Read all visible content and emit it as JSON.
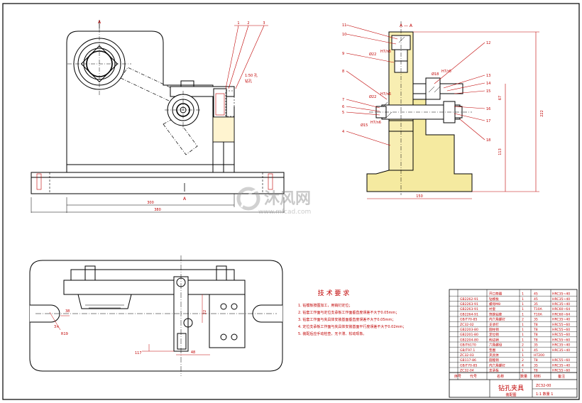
{
  "view_labels": {
    "a_mark": "A",
    "section_title": "A — A"
  },
  "front_view": {
    "callouts": [
      "1",
      "2",
      "3"
    ],
    "note_scale": "1:50 孔",
    "note_sub": "钻孔",
    "dim_300": "300",
    "dim_380": "380"
  },
  "side_view": {
    "callouts_left": [
      "11",
      "10",
      "9",
      "8",
      "7",
      "6",
      "5",
      "4"
    ],
    "callouts_right": [
      "12",
      "13",
      "14",
      "15",
      "16",
      "17",
      "18"
    ],
    "fit_1": "H7/n6",
    "fit_2": "H7/n6",
    "fit_3": "H7/n6",
    "fit_4": "H7/r6",
    "dim_22a": "Ø22",
    "dim_22b": "Ø22",
    "dim_15": "Ø15",
    "dim_18": "Ø18",
    "dim_right": "222",
    "dim_mid": "67",
    "dim_lower": "113",
    "dim_width": "150"
  },
  "plan_view": {
    "dim_r19": "R19",
    "dim_3x": "3×",
    "dim_38": "38",
    "dim_117": "117",
    "dim_48": "48",
    "dim_22": "22"
  },
  "tech_req": {
    "title": "技 术 要 求",
    "items": [
      "1. 钻模板按图加工，用销钉定位；",
      "2. 钻套工作面与定位支承板工作面垂直度误差不大于0.05mm；",
      "3. 钻套工作面与夹具体安装基面垂直度误差不大于0.05mm；",
      "4. 定位支承板工作面与夹具体安装基面平行度误差不大于0.02mm；",
      "5. 装配后应手动检查，无卡滞、松动现象。"
    ]
  },
  "bom": {
    "rows": [
      {
        "code": "",
        "name": "开口垫圈",
        "qty": "1",
        "mat": "45",
        "note": "HRC35~40"
      },
      {
        "code": "GB2262-91",
        "name": "钻模板",
        "qty": "1",
        "mat": "45",
        "note": "HRC35~40"
      },
      {
        "code": "GB2263-91",
        "name": "螺母M8",
        "qty": "1",
        "mat": "35",
        "note": "HRC35~40"
      },
      {
        "code": "GB2263-91",
        "name": "衬套",
        "qty": "1",
        "mat": "T10A",
        "note": "HRC60~64"
      },
      {
        "code": "GB2264-91",
        "name": "快换钻套",
        "qty": "1",
        "mat": "T10A",
        "note": "HRC60~64"
      },
      {
        "code": "GB/T70-85",
        "name": "内六角螺钉",
        "qty": "2",
        "mat": "35",
        "note": "HRC35~40"
      },
      {
        "code": "ZC32-02",
        "name": "支承钉",
        "qty": "1",
        "mat": "T8",
        "note": "HRC55~60"
      },
      {
        "code": "GB2203-80",
        "name": "圆柱销",
        "qty": "1",
        "mat": "T8",
        "note": "HRC55~60"
      },
      {
        "code": "GB2201-80",
        "name": "定位销",
        "qty": "1",
        "mat": "T8",
        "note": "HRC55~60"
      },
      {
        "code": "GB2204-80",
        "name": "削边销",
        "qty": "1",
        "mat": "T8",
        "note": "HRC55~60"
      },
      {
        "code": "GB/T6170",
        "name": "六角螺母",
        "qty": "2",
        "mat": "35",
        "note": "HRC35~40"
      },
      {
        "code": "GB/T97.1",
        "name": "垫圈",
        "qty": "1",
        "mat": "45",
        "note": "HRC35~40"
      },
      {
        "code": "ZC32-03",
        "name": "夹具体",
        "qty": "1",
        "mat": "HT200",
        "note": ""
      },
      {
        "code": "GB117-86",
        "name": "圆锥销",
        "qty": "2",
        "mat": "T8",
        "note": "HRC55~60"
      },
      {
        "code": "GB/T70-85",
        "name": "内六角螺钉",
        "qty": "4",
        "mat": "35",
        "note": "HRC35~40"
      },
      {
        "code": "ZC32-04",
        "name": "支承板",
        "qty": "1",
        "mat": "T8",
        "note": "HRC55~60"
      }
    ],
    "header": [
      "序号",
      "代号",
      "名称",
      "数量",
      "材料",
      "备注"
    ],
    "title": "钻孔夹具",
    "subtitle": "装配图",
    "drawing_no": "ZC32-00",
    "scale": "1:1 数量 1"
  },
  "watermark": {
    "brand": "沐风网",
    "url": "www.mfcad.com"
  }
}
